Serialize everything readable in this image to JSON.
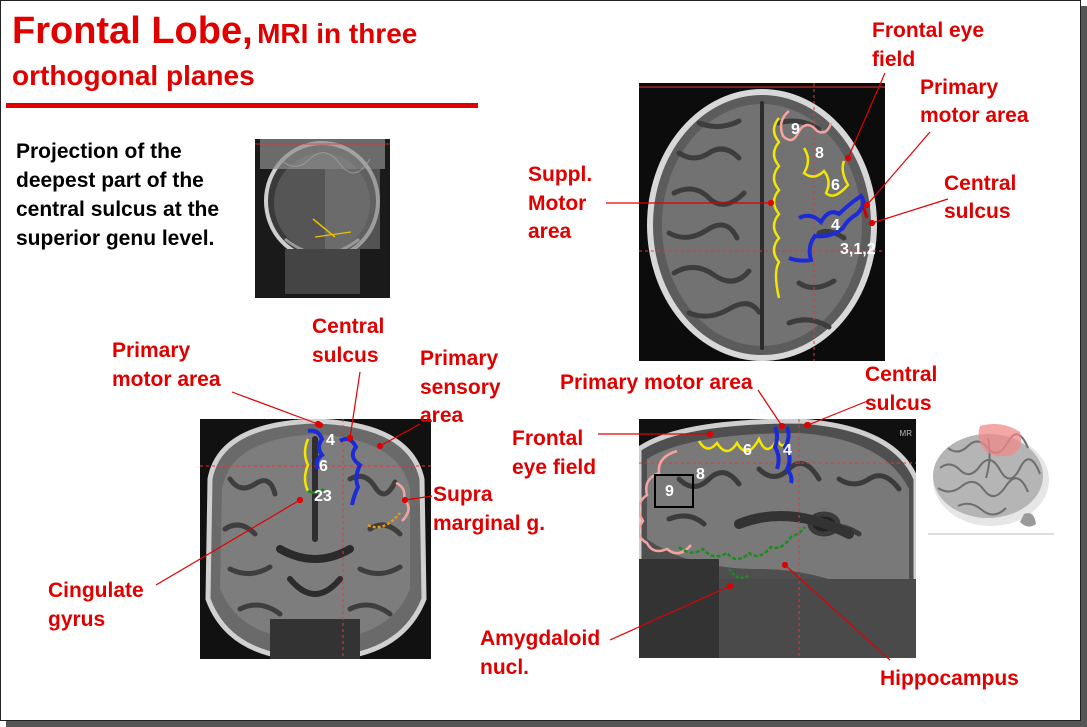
{
  "title": {
    "main": "Frontal Lobe,",
    "sub": "MRI in three",
    "line2": "orthogonal planes"
  },
  "intro": "Projection of the deepest part of the central sulcus at the superior genu level.",
  "axial": {
    "labels": {
      "frontal_eye_1": "Frontal eye",
      "frontal_eye_2": "field",
      "primary_motor_1": "Primary",
      "primary_motor_2": "motor area",
      "central_1": "Central",
      "central_2": "sulcus",
      "suppl_1": "Suppl.",
      "suppl_2": "Motor",
      "suppl_3": "area"
    },
    "numbers": {
      "n9": "9",
      "n8": "8",
      "n6": "6",
      "n4": "4",
      "n312": "3,1,2"
    }
  },
  "coronal": {
    "labels": {
      "central_1": "Central",
      "central_2": "sulcus",
      "primary_motor_1": "Primary",
      "primary_motor_2": "motor area",
      "primary_sensory_1": "Primary",
      "primary_sensory_2": "sensory",
      "primary_sensory_3": "area",
      "supra_1": "Supra",
      "supra_2": "marginal g.",
      "cingulate_1": "Cingulate",
      "cingulate_2": "gyrus"
    },
    "numbers": {
      "n4": "4",
      "n6": "6",
      "n23": "23"
    }
  },
  "sagittal": {
    "labels": {
      "primary_motor": "Primary motor area",
      "central_1": "Central",
      "central_2": "sulcus",
      "frontal_eye_1": "Frontal",
      "frontal_eye_2": "eye field",
      "amygdaloid_1": "Amygdaloid",
      "amygdaloid_2": "nucl.",
      "hippocampus": "Hippocampus"
    },
    "numbers": {
      "n6": "6",
      "n4": "4",
      "n8": "8",
      "n9": "9"
    },
    "corner_text": "MR"
  },
  "colors": {
    "accent": "#e00000",
    "yellow": "#f3e600",
    "blue": "#1d2ad8",
    "pink": "#f2a4a0",
    "green": "#1f8a1f",
    "orange": "#e59a1a"
  }
}
